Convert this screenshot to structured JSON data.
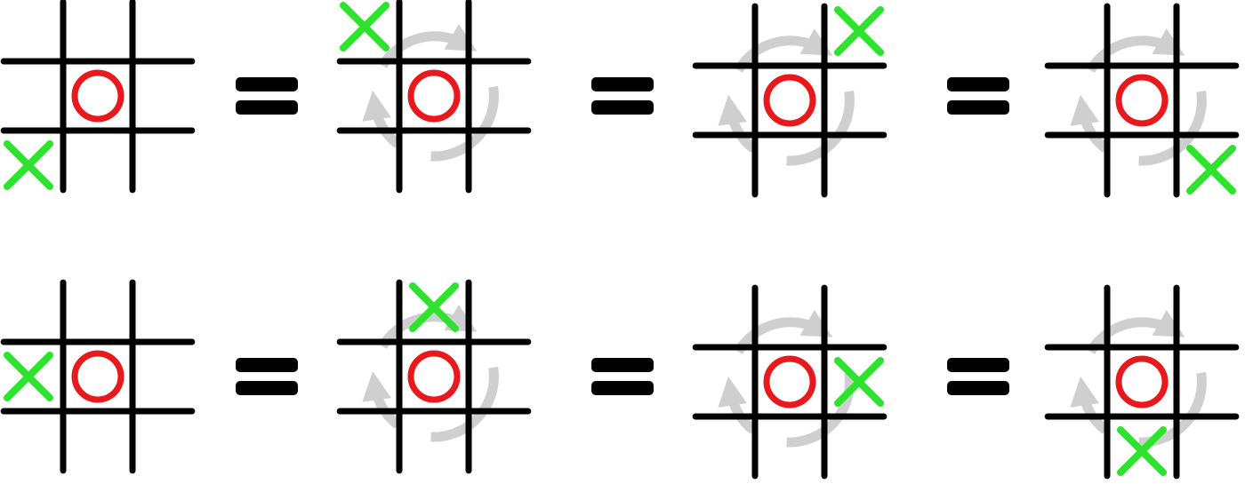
{
  "colors": {
    "background": "#ffffff",
    "grid_line": "#000000",
    "o_mark": "#e8191c",
    "x_mark": "#2ee32e",
    "rotation_arrow": "#cfcfcf",
    "equals_sign": "#000000"
  },
  "rows": [
    {
      "name": "corner-symmetry-row",
      "boards": [
        {
          "rotation_arrow": false,
          "o_cell": "center",
          "x_cell": "bottom-left"
        },
        {
          "rotation_arrow": true,
          "o_cell": "center",
          "x_cell": "top-left"
        },
        {
          "rotation_arrow": true,
          "o_cell": "center",
          "x_cell": "top-right"
        },
        {
          "rotation_arrow": true,
          "o_cell": "center",
          "x_cell": "bottom-right"
        }
      ]
    },
    {
      "name": "edge-symmetry-row",
      "boards": [
        {
          "rotation_arrow": false,
          "o_cell": "center",
          "x_cell": "middle-left"
        },
        {
          "rotation_arrow": true,
          "o_cell": "center",
          "x_cell": "top-middle"
        },
        {
          "rotation_arrow": true,
          "o_cell": "center",
          "x_cell": "middle-right"
        },
        {
          "rotation_arrow": true,
          "o_cell": "center",
          "x_cell": "bottom-middle"
        }
      ]
    }
  ],
  "connector": "equals-sign",
  "icons": [
    "grid-icon",
    "o-mark-icon",
    "x-mark-icon",
    "rotation-arrow-icon",
    "equals-sign-icon"
  ]
}
